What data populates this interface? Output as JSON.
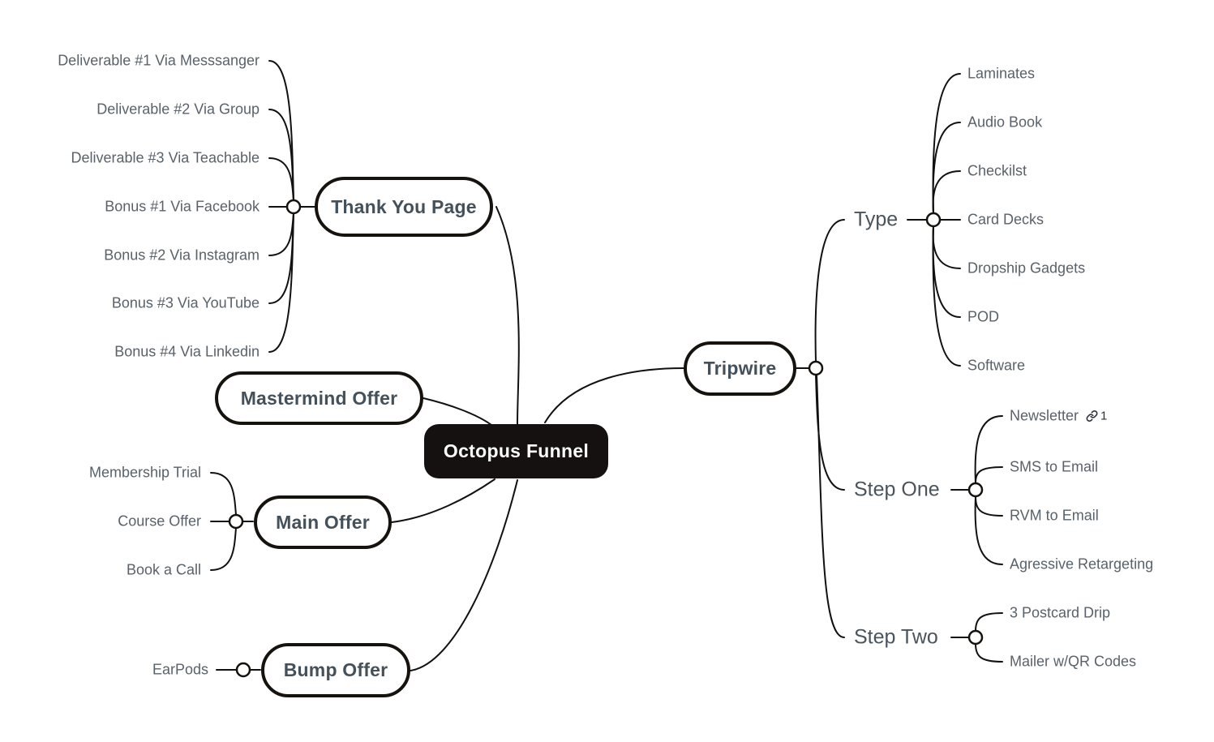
{
  "app": {
    "view": "mindmap-canvas",
    "background": "#ffffff"
  },
  "colors": {
    "connector_line": "#111111",
    "node_border": "#16130f",
    "root_background": "#151110",
    "root_text": "#fdfdfd",
    "node_text": "#44505a",
    "section_text": "#4a545c",
    "child_text": "#59626b",
    "link_badge": "#2d333d"
  },
  "root": {
    "label": "Octopus Funnel"
  },
  "thank_you_page": {
    "label": "Thank You Page",
    "children": [
      {
        "label": "Deliverable #1 Via Messsanger"
      },
      {
        "label": "Deliverable #2 Via Group"
      },
      {
        "label": "Deliverable #3 Via Teachable"
      },
      {
        "label": "Bonus #1 Via Facebook"
      },
      {
        "label": "Bonus #2 Via Instagram"
      },
      {
        "label": "Bonus #3 Via YouTube"
      },
      {
        "label": "Bonus #4 Via Linkedin"
      }
    ]
  },
  "mastermind": {
    "label": "Mastermind Offer"
  },
  "main_offer": {
    "label": "Main Offer",
    "children": [
      {
        "label": "Membership Trial"
      },
      {
        "label": "Course Offer"
      },
      {
        "label": "Book a Call"
      }
    ]
  },
  "bump_offer": {
    "label": "Bump Offer",
    "children": [
      {
        "label": "EarPods"
      }
    ]
  },
  "tripwire": {
    "label": "Tripwire",
    "type": {
      "label": "Type",
      "children": [
        {
          "label": "Laminates"
        },
        {
          "label": "Audio Book"
        },
        {
          "label": "Checkilst"
        },
        {
          "label": "Card Decks"
        },
        {
          "label": "Dropship Gadgets"
        },
        {
          "label": "POD"
        },
        {
          "label": "Software"
        }
      ]
    },
    "step_one": {
      "label": "Step One",
      "children": [
        {
          "label": "Newsletter",
          "icon": "link-icon",
          "link_count": "1"
        },
        {
          "label": "SMS to Email"
        },
        {
          "label": "RVM to Email"
        },
        {
          "label": "Agressive Retargeting"
        }
      ]
    },
    "step_two": {
      "label": "Step Two",
      "children": [
        {
          "label": "3 Postcard Drip"
        },
        {
          "label": "Mailer w/QR Codes"
        }
      ]
    }
  }
}
